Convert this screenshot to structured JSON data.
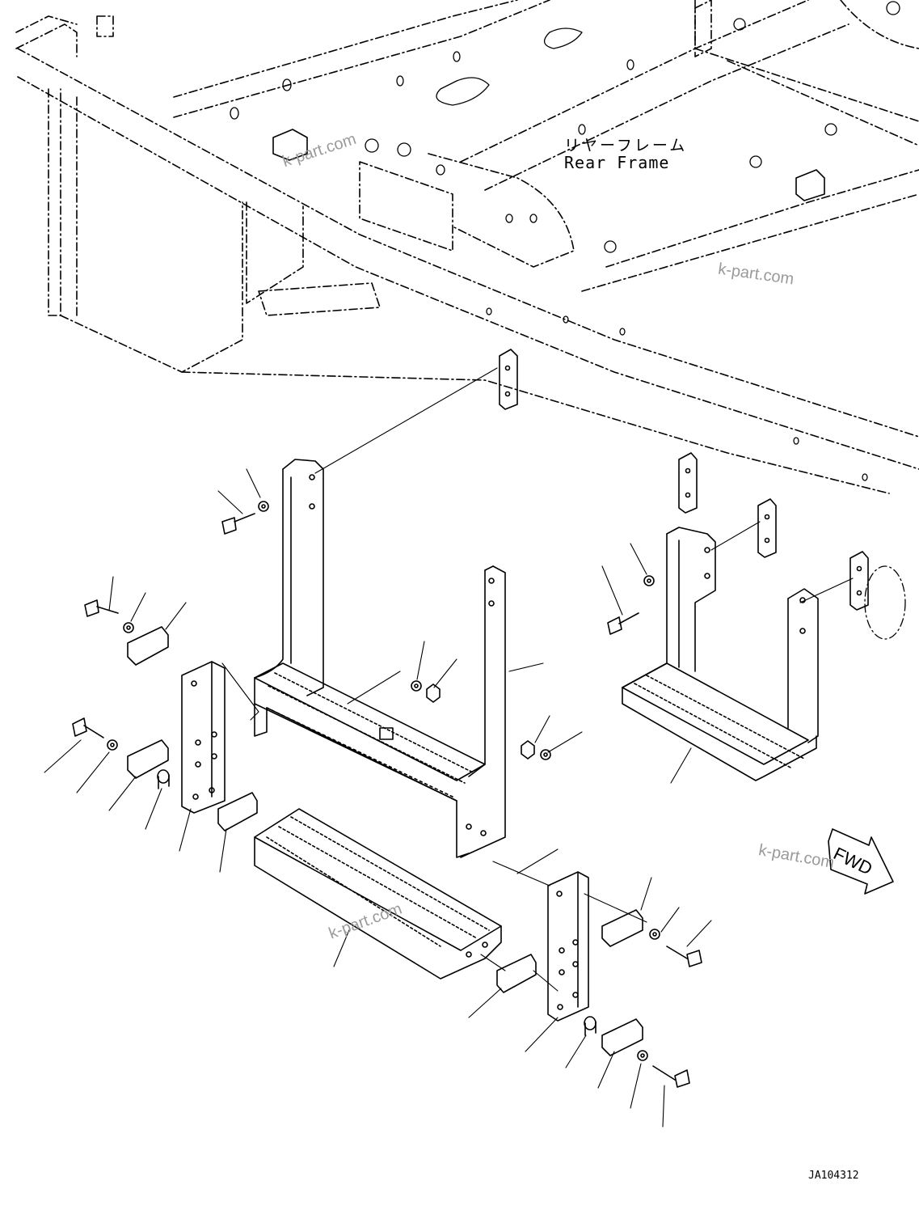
{
  "frame_label_jp": "リヤーフレーム",
  "frame_label_en": "Rear Frame",
  "fwd_label": "FWD",
  "watermark": "k-part.com",
  "drawing_id": "JA104312"
}
